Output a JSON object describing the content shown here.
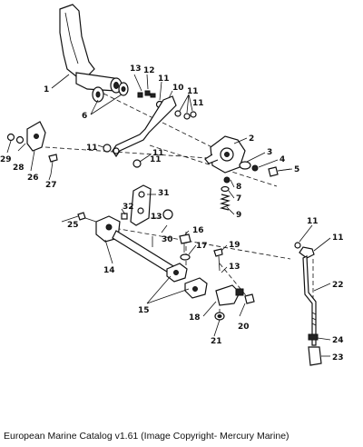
{
  "caption": "European Marine Catalog v1.61 (Image Copyright- Mercury Marine)",
  "callouts": [
    "1",
    "2",
    "3",
    "4",
    "5",
    "6",
    "7",
    "8",
    "9",
    "10",
    "11",
    "11",
    "11",
    "11",
    "11",
    "11",
    "11",
    "11",
    "12",
    "13",
    "13",
    "13",
    "14",
    "15",
    "16",
    "17",
    "18",
    "19",
    "20",
    "21",
    "22",
    "23",
    "24",
    "25",
    "26",
    "27",
    "28",
    "29",
    "30",
    "31",
    "32"
  ]
}
